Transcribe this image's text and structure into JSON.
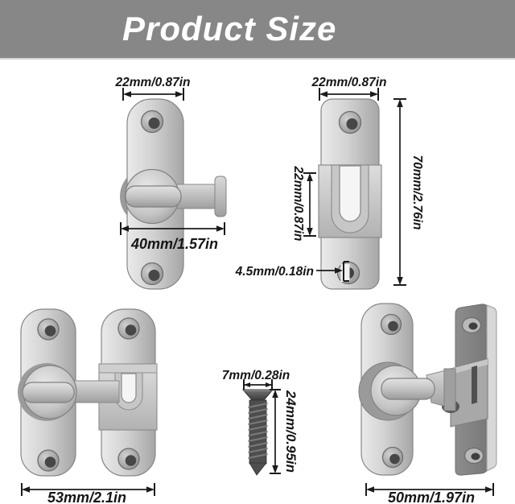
{
  "header": {
    "title": "Product Size"
  },
  "colors": {
    "banner_gray": "#878787",
    "metal_light": "#d8d8d8",
    "metal_dark": "#a0a0a0",
    "dimension_ink": "#1b1b1b",
    "screw_dark": "#4e4e4e"
  },
  "diagrams": {
    "latch_front": {
      "plate_width": "22mm/0.87in",
      "total_width": "40mm/1.57in"
    },
    "catch_plate": {
      "plate_width": "22mm/0.87in",
      "slot_height": "22mm/0.87in",
      "plate_height": "70mm/2.76in",
      "hole_diameter": "4.5mm/0.18in"
    },
    "latch_closed": {
      "total_width": "53mm/2.1in"
    },
    "screw": {
      "head_diameter": "7mm/0.28in",
      "length": "24mm/0.95in"
    },
    "latch_angled": {
      "total_width": "50mm/1.97in"
    }
  }
}
